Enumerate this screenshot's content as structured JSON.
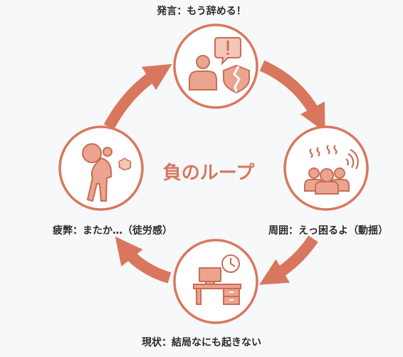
{
  "colors": {
    "accent": "#d9775e",
    "accent_light": "#eba48f",
    "circle_fill": "#ffffff",
    "background": "#f7f8fa",
    "text": "#2b2b2b"
  },
  "center_title": "負のループ",
  "nodes": {
    "top": {
      "label": "発言：もう辞める！",
      "icon": "person-speech-broken-shield-icon"
    },
    "right": {
      "label": "周囲：えっ困るよ（動揺）",
      "icon": "group-agitated-icon"
    },
    "bottom": {
      "label": "現状：結局なにも起きない",
      "icon": "desk-clock-icon"
    },
    "left": {
      "label": "疲弊：またか…（徒労感）",
      "icon": "exhausted-person-burden-icon"
    }
  }
}
